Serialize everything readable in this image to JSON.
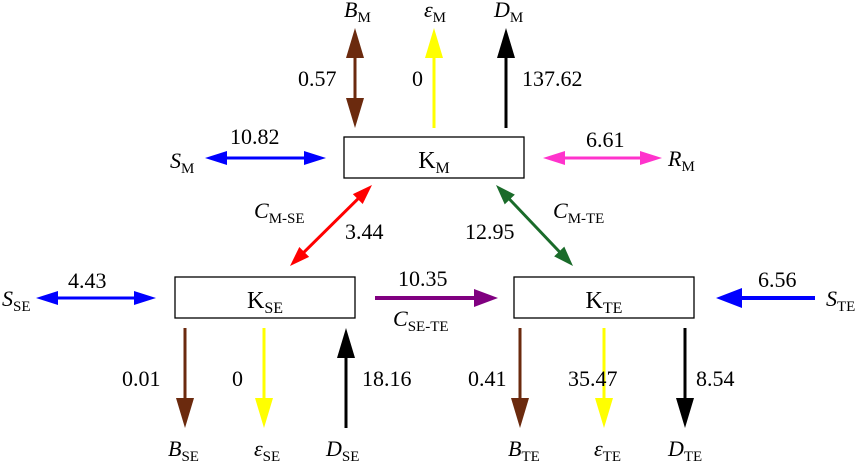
{
  "colors": {
    "brown": "#6B2A0E",
    "yellow": "#FFFF00",
    "black": "#000000",
    "blue": "#0000FF",
    "magenta": "#FF33CC",
    "red": "#FF0000",
    "green": "#1A6B2A",
    "purple": "#800080"
  },
  "boxes": {
    "m": {
      "main": "K",
      "sub": "M"
    },
    "se": {
      "main": "K",
      "sub": "SE"
    },
    "te": {
      "main": "K",
      "sub": "TE"
    }
  },
  "labels": {
    "b_m": {
      "main": "B",
      "sub": "M"
    },
    "eps_m": {
      "main": "ε",
      "sub": "M"
    },
    "d_m": {
      "main": "D",
      "sub": "M"
    },
    "s_m": {
      "main": "S",
      "sub": "M"
    },
    "r_m": {
      "main": "R",
      "sub": "M"
    },
    "c_mse": {
      "main": "C",
      "sub": "M-SE"
    },
    "c_mte": {
      "main": "C",
      "sub": "M-TE"
    },
    "c_sete": {
      "main": "C",
      "sub": "SE-TE"
    },
    "s_se": {
      "main": "S",
      "sub": "SE"
    },
    "s_te": {
      "main": "S",
      "sub": "TE"
    },
    "b_se": {
      "main": "B",
      "sub": "SE"
    },
    "eps_se": {
      "main": "ε",
      "sub": "SE"
    },
    "d_se": {
      "main": "D",
      "sub": "SE"
    },
    "b_te": {
      "main": "B",
      "sub": "TE"
    },
    "eps_te": {
      "main": "ε",
      "sub": "TE"
    },
    "d_te": {
      "main": "D",
      "sub": "TE"
    }
  },
  "values": {
    "b_m": "0.57",
    "eps_m": "0",
    "d_m": "137.62",
    "s_m": "10.82",
    "r_m": "6.61",
    "c_mse": "3.44",
    "c_mte": "12.95",
    "c_sete": "10.35",
    "s_se": "4.43",
    "s_te": "6.56",
    "b_se": "0.01",
    "eps_se": "0",
    "d_se": "18.16",
    "b_te": "0.41",
    "eps_te": "35.47",
    "d_te": "8.54"
  }
}
